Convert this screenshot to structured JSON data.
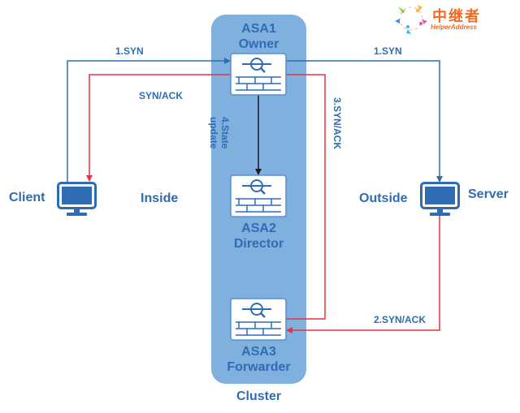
{
  "diagram": {
    "cluster": {
      "label": "Cluster",
      "fill": "#7fb0de"
    },
    "nodes": [
      {
        "id": "asa1",
        "name": "ASA1",
        "role": "Owner"
      },
      {
        "id": "asa2",
        "name": "ASA2",
        "role": "Director"
      },
      {
        "id": "asa3",
        "name": "ASA3",
        "role": "Forwarder"
      }
    ],
    "hosts": {
      "client": {
        "label": "Client",
        "zone": "Inside"
      },
      "server": {
        "label": "Server",
        "zone": "Outside"
      }
    },
    "flows": [
      {
        "label": "1.SYN",
        "from": "Client",
        "to": "ASA1",
        "color": "#2e6db4"
      },
      {
        "label": "1.SYN",
        "from": "ASA1",
        "to": "Server",
        "color": "#2e6db4"
      },
      {
        "label": "2.SYN/ACK",
        "from": "Server",
        "to": "ASA3",
        "color": "#e8323c"
      },
      {
        "label": "3.SYN/ACK",
        "from": "ASA3",
        "to": "ASA1",
        "color": "#e8323c"
      },
      {
        "label": "4.State update",
        "label_line1": "4.State",
        "label_line2": "update",
        "from": "ASA1",
        "to": "ASA2",
        "color": "#1a1a2e"
      },
      {
        "label": "SYN/ACK",
        "from": "ASA1",
        "to": "Client",
        "color": "#e8323c"
      }
    ],
    "colors": {
      "primary": "#2e6db4",
      "return_path": "#e8323c",
      "state_sync": "#1a1a2e",
      "cluster_bg": "#7fb0de"
    }
  },
  "watermark": {
    "text_cn": "中继者",
    "text_en": "HelperAddress"
  }
}
